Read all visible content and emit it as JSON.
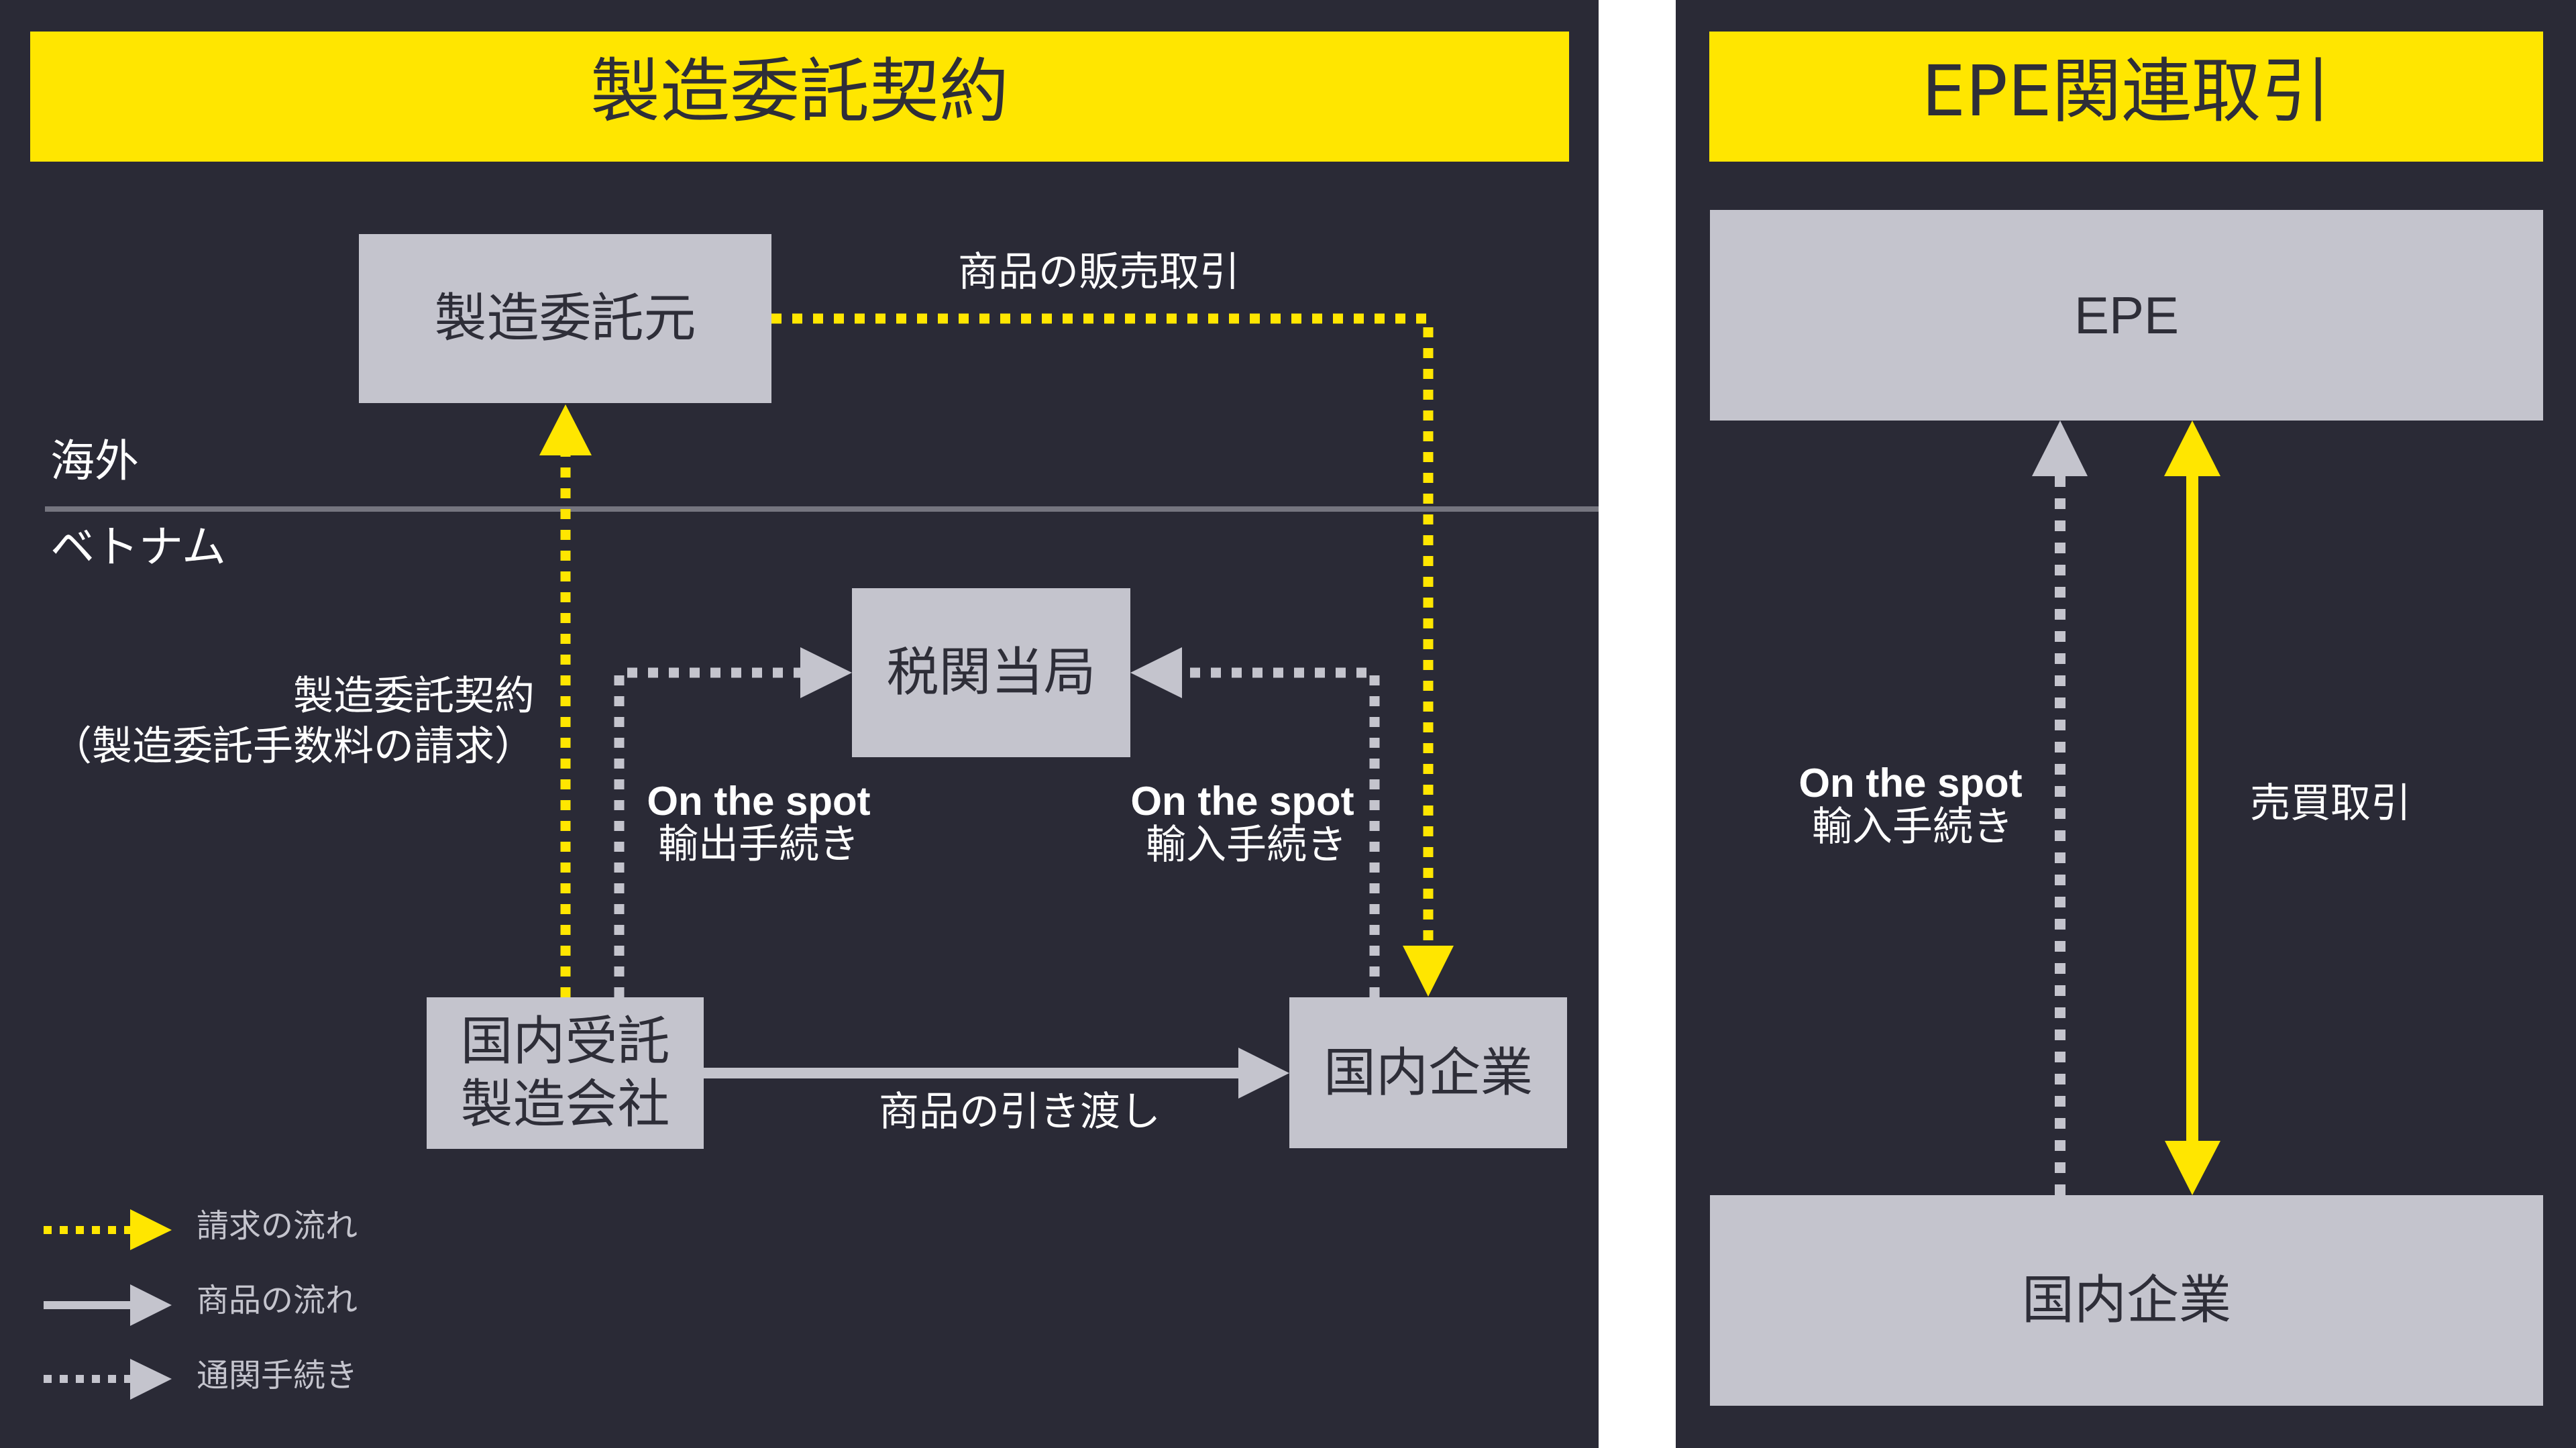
{
  "colors": {
    "background": "#2a2a36",
    "accent_yellow": "#ffe600",
    "box_gray": "#c4c4cd",
    "divider_gray": "#75757f",
    "dark_text": "#2e2e38",
    "light_text": "#ffffff"
  },
  "left_panel": {
    "title": "製造委託契約",
    "regions": {
      "overseas": "海外",
      "vietnam": "ベトナム"
    },
    "nodes": {
      "consignor": "製造委託元",
      "customs_authority": "税関当局",
      "domestic_contract_manufacturer": [
        "国内受託",
        "製造会社"
      ],
      "domestic_company": "国内企業"
    },
    "edges": {
      "sales_transaction": "商品の販売取引",
      "manufacturing_contract": [
        "製造委託契約",
        "（製造委託手数料の請求）"
      ],
      "export_procedure": [
        "On the spot",
        "輸出手続き"
      ],
      "import_procedure": [
        "On the spot",
        "輸入手続き"
      ],
      "delivery": "商品の引き渡し"
    },
    "legend": [
      {
        "label": "請求の流れ",
        "dotted": true,
        "color": "#ffe600"
      },
      {
        "label": "商品の流れ",
        "dotted": false,
        "color": "#c4c4cd"
      },
      {
        "label": "通関手続き",
        "dotted": true,
        "color": "#c4c4cd"
      }
    ]
  },
  "right_panel": {
    "title": "EPE関連取引",
    "nodes": {
      "epe": "EPE",
      "domestic_company": "国内企業"
    },
    "edges": {
      "import_procedure": [
        "On the spot",
        "輸入手続き"
      ],
      "trade": "売買取引"
    }
  }
}
